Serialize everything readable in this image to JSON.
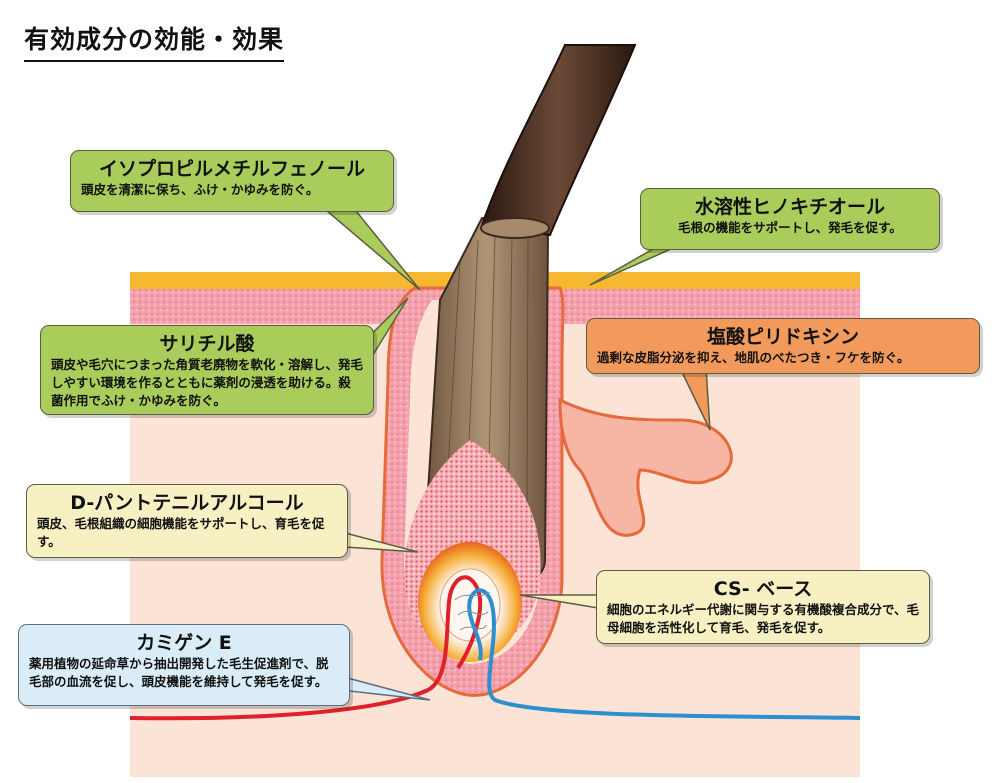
{
  "title": "有効成分の効能・効果",
  "colors": {
    "green_box": "#a9cc5a",
    "cream_box": "#f6f0c2",
    "orange_box": "#f29a5c",
    "blue_box": "#d9ecf7",
    "skin_top": "#f5b830",
    "skin_pink": "#f09aa6",
    "dermis": "#fbe3d6",
    "blood_red": "#e0202a",
    "blood_blue": "#2b8fd1",
    "hair": "#4a2a1c"
  },
  "callouts": {
    "ipmp": {
      "heading": "イソプロピルメチルフェノール",
      "desc": "頭皮を清潔に保ち、ふけ・かゆみを防ぐ。"
    },
    "hinokitiol": {
      "heading": "水溶性ヒノキチオール",
      "desc": "毛根の機能をサポートし、発毛を促す。"
    },
    "salicylic": {
      "heading": "サリチル酸",
      "desc": "頭皮や毛穴につまった角質老廃物を軟化・溶解し、発毛しやすい環境を作るとともに薬剤の浸透を助ける。殺菌作用でふけ・かゆみを防ぐ。"
    },
    "pyridoxine": {
      "heading": "塩酸ピリドキシン",
      "desc": "過剰な皮脂分泌を抑え、地肌のべたつき・フケを防ぐ。"
    },
    "panthenol": {
      "heading": "D-パントテニルアルコール",
      "desc": "頭皮、毛根組織の細胞機能をサポートし、育毛を促す。"
    },
    "cs_base": {
      "heading": "CS- ベース",
      "desc": "細胞のエネルギー代謝に関与する有機酸複合成分で、毛母細胞を活性化して育毛、発毛を促す。"
    },
    "kamigen": {
      "heading": "カミゲン E",
      "desc": "薬用植物の延命草から抽出開発した毛生促進剤で、脱毛部の血流を促し、頭皮機能を維持して発毛を促す。"
    }
  }
}
